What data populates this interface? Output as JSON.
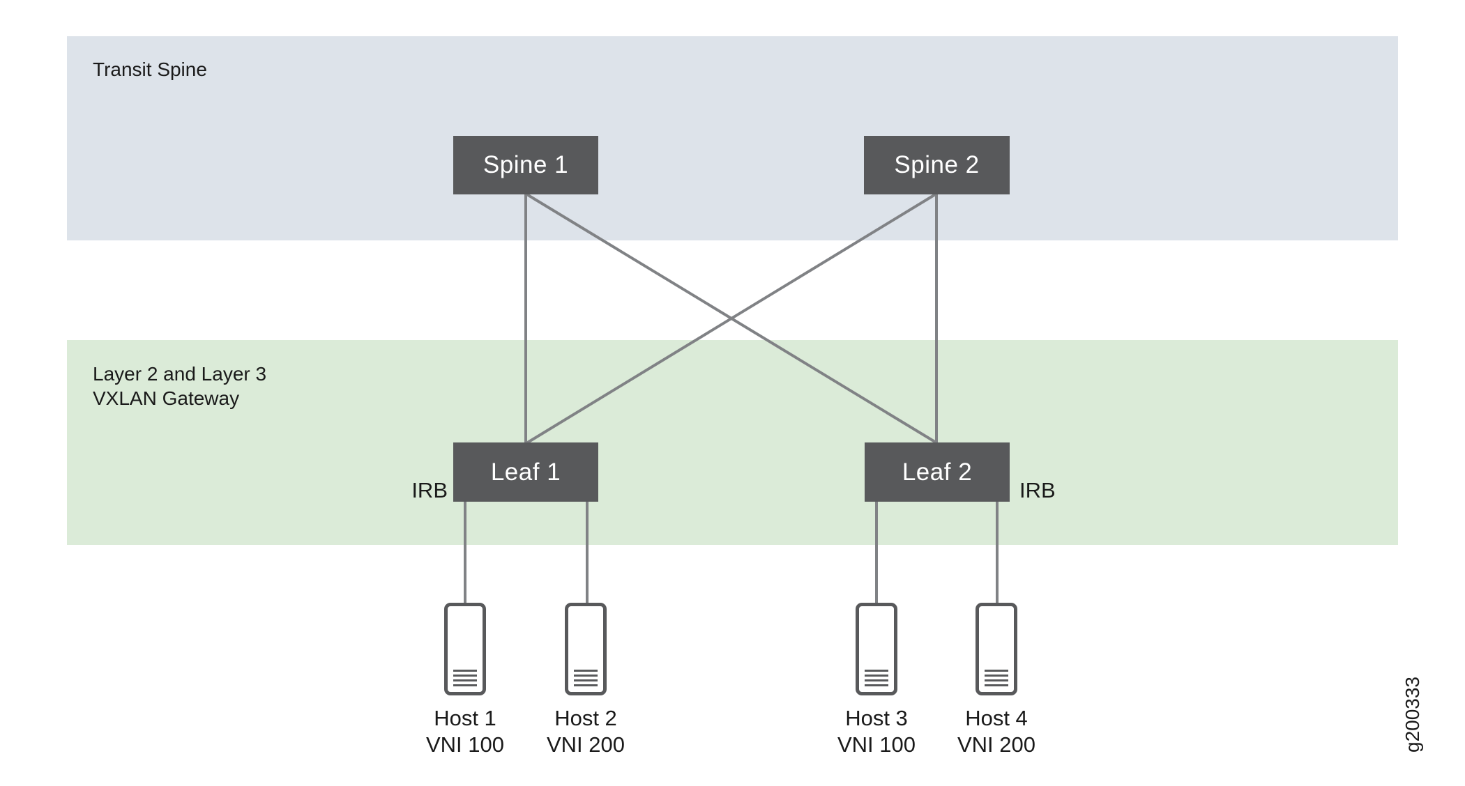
{
  "figure_id": "g200333",
  "bands": {
    "transit": {
      "label": "Transit Spine",
      "color": "#dde3ea"
    },
    "gateway": {
      "label_line1": "Layer 2 and Layer 3",
      "label_line2": "VXLAN Gateway",
      "color": "#dbebd8"
    }
  },
  "nodes": {
    "spine1": {
      "label": "Spine 1"
    },
    "spine2": {
      "label": "Spine 2"
    },
    "leaf1": {
      "label": "Leaf 1"
    },
    "leaf2": {
      "label": "Leaf 2"
    }
  },
  "irb": {
    "left": "IRB",
    "right": "IRB"
  },
  "hosts": [
    {
      "name": "Host 1",
      "vni": "VNI 100"
    },
    {
      "name": "Host 2",
      "vni": "VNI 200"
    },
    {
      "name": "Host 3",
      "vni": "VNI 100"
    },
    {
      "name": "Host 4",
      "vni": "VNI 200"
    }
  ],
  "links": [
    {
      "from": "spine1",
      "to": "leaf1"
    },
    {
      "from": "spine1",
      "to": "leaf2"
    },
    {
      "from": "spine2",
      "to": "leaf1"
    },
    {
      "from": "spine2",
      "to": "leaf2"
    },
    {
      "from": "leaf1",
      "to": "host1"
    },
    {
      "from": "leaf1",
      "to": "host2"
    },
    {
      "from": "leaf2",
      "to": "host3"
    },
    {
      "from": "leaf2",
      "to": "host4"
    }
  ],
  "colors": {
    "band_transit": "#dde3ea",
    "band_gateway": "#dbebd8",
    "node_fill": "#58595b",
    "node_text": "#ffffff",
    "link_line": "#808285",
    "host_outline": "#58595b",
    "text": "#1a1a1a",
    "background": "#ffffff"
  }
}
